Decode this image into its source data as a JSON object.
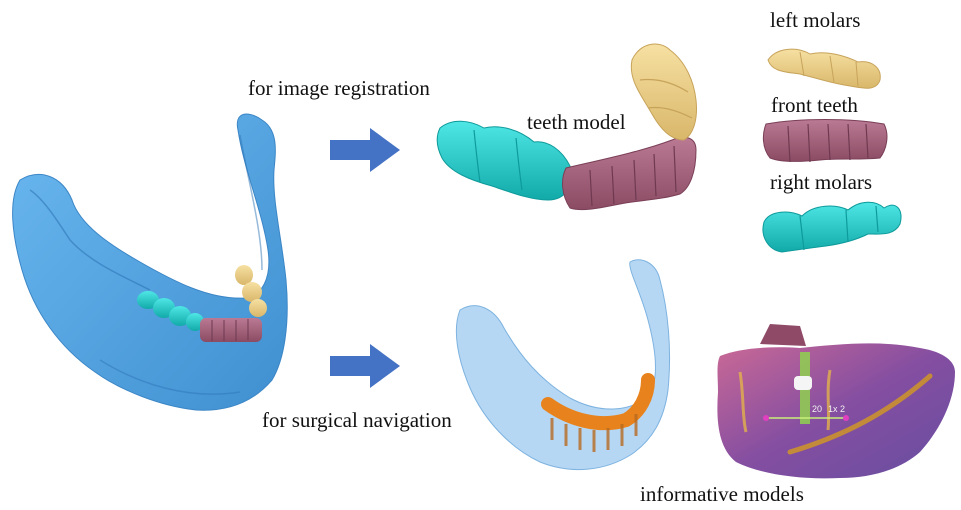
{
  "labels": {
    "image_registration": "for image registration",
    "teeth_model": "teeth model",
    "left_molars": "left molars",
    "front_teeth": "front teeth",
    "right_molars": "right molars",
    "surgical_navigation": "for surgical navigation",
    "informative_models": "informative models"
  },
  "scan_annotations": {
    "measure_left": "20",
    "measure_right": "1x 2"
  },
  "colors": {
    "jaw_blue": "#5aa9e6",
    "jaw_translucent": "#9cc9ef",
    "arrow_blue": "#4472c4",
    "molar_cyan": "#1fcfcf",
    "molar_beige": "#ecd08a",
    "front_mauve": "#a6617c",
    "navigation_orange": "#e8821c",
    "scan_purple": "#8e4fa6"
  },
  "icons": {
    "arrow": "right-arrow-icon"
  }
}
